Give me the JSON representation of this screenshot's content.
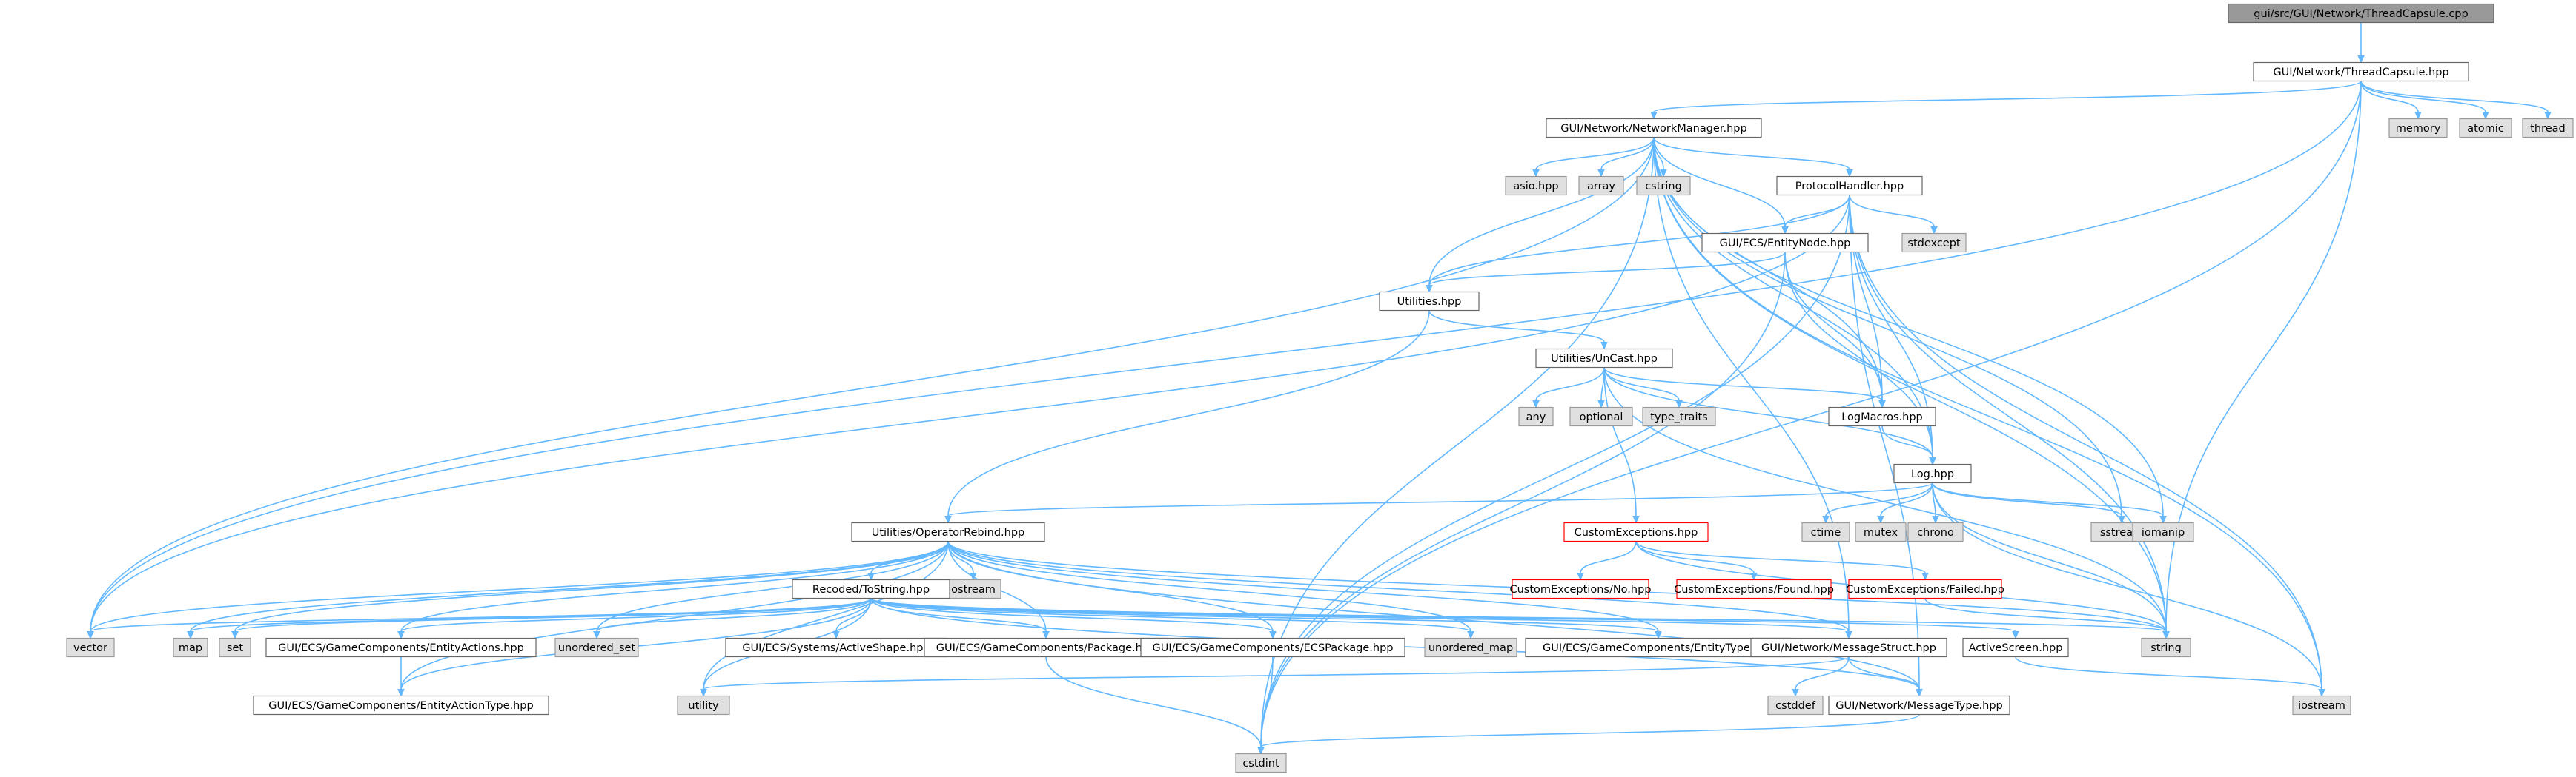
{
  "graph": {
    "nodes": [
      {
        "id": "threadcapsule_cpp",
        "label": "gui/src/GUI/Network/ThreadCapsule.cpp",
        "style": "root"
      },
      {
        "id": "threadcapsule_hpp",
        "label": "GUI/Network/ThreadCapsule.hpp",
        "style": "plain"
      },
      {
        "id": "memory",
        "label": "memory",
        "style": "sys"
      },
      {
        "id": "atomic",
        "label": "atomic",
        "style": "sys"
      },
      {
        "id": "thread",
        "label": "thread",
        "style": "sys"
      },
      {
        "id": "networkmanager",
        "label": "GUI/Network/NetworkManager.hpp",
        "style": "plain"
      },
      {
        "id": "asio",
        "label": "asio.hpp",
        "style": "sys"
      },
      {
        "id": "array",
        "label": "array",
        "style": "sys"
      },
      {
        "id": "cstring",
        "label": "cstring",
        "style": "sys"
      },
      {
        "id": "protocolhandler",
        "label": "ProtocolHandler.hpp",
        "style": "plain"
      },
      {
        "id": "stdexcept",
        "label": "stdexcept",
        "style": "sys"
      },
      {
        "id": "entitynode",
        "label": "GUI/ECS/EntityNode.hpp",
        "style": "plain"
      },
      {
        "id": "utilities",
        "label": "Utilities.hpp",
        "style": "plain"
      },
      {
        "id": "uncast",
        "label": "Utilities/UnCast.hpp",
        "style": "plain"
      },
      {
        "id": "any",
        "label": "any",
        "style": "sys"
      },
      {
        "id": "optional",
        "label": "optional",
        "style": "sys"
      },
      {
        "id": "type_traits",
        "label": "type_traits",
        "style": "sys"
      },
      {
        "id": "logmacros",
        "label": "LogMacros.hpp",
        "style": "plain"
      },
      {
        "id": "log",
        "label": "Log.hpp",
        "style": "plain"
      },
      {
        "id": "ctime",
        "label": "ctime",
        "style": "sys"
      },
      {
        "id": "mutex",
        "label": "mutex",
        "style": "sys"
      },
      {
        "id": "chrono",
        "label": "chrono",
        "style": "sys"
      },
      {
        "id": "sstream",
        "label": "sstream",
        "style": "sys"
      },
      {
        "id": "iomanip",
        "label": "iomanip",
        "style": "sys"
      },
      {
        "id": "customexceptions",
        "label": "CustomExceptions.hpp",
        "style": "missing"
      },
      {
        "id": "ce_no",
        "label": "CustomExceptions/No.hpp",
        "style": "missing"
      },
      {
        "id": "ce_found",
        "label": "CustomExceptions/Found.hpp",
        "style": "missing"
      },
      {
        "id": "ce_failed",
        "label": "CustomExceptions/Failed.hpp",
        "style": "missing"
      },
      {
        "id": "operatorrebind",
        "label": "Utilities/OperatorRebind.hpp",
        "style": "plain"
      },
      {
        "id": "ostream",
        "label": "ostream",
        "style": "sys"
      },
      {
        "id": "recoded",
        "label": "Recoded/ToString.hpp",
        "style": "plain"
      },
      {
        "id": "vector",
        "label": "vector",
        "style": "sys"
      },
      {
        "id": "map",
        "label": "map",
        "style": "sys"
      },
      {
        "id": "set",
        "label": "set",
        "style": "sys"
      },
      {
        "id": "entityactions",
        "label": "GUI/ECS/GameComponents/EntityActions.hpp",
        "style": "plain"
      },
      {
        "id": "unordered_set",
        "label": "unordered_set",
        "style": "sys"
      },
      {
        "id": "activeshape",
        "label": "GUI/ECS/Systems/ActiveShape.hpp",
        "style": "plain"
      },
      {
        "id": "package",
        "label": "GUI/ECS/GameComponents/Package.hpp",
        "style": "plain"
      },
      {
        "id": "ecspackage",
        "label": "GUI/ECS/GameComponents/ECSPackage.hpp",
        "style": "plain"
      },
      {
        "id": "unordered_map",
        "label": "unordered_map",
        "style": "sys"
      },
      {
        "id": "entitytype",
        "label": "GUI/ECS/GameComponents/EntityType.hpp",
        "style": "plain"
      },
      {
        "id": "messagestruct",
        "label": "GUI/Network/MessageStruct.hpp",
        "style": "plain"
      },
      {
        "id": "activescreen",
        "label": "ActiveScreen.hpp",
        "style": "plain"
      },
      {
        "id": "string",
        "label": "string",
        "style": "sys"
      },
      {
        "id": "entityactiontype",
        "label": "GUI/ECS/GameComponents/EntityActionType.hpp",
        "style": "plain"
      },
      {
        "id": "utility",
        "label": "utility",
        "style": "sys"
      },
      {
        "id": "cstddef",
        "label": "cstddef",
        "style": "sys"
      },
      {
        "id": "messagetype",
        "label": "GUI/Network/MessageType.hpp",
        "style": "plain"
      },
      {
        "id": "iostream",
        "label": "iostream",
        "style": "sys"
      },
      {
        "id": "cstdint",
        "label": "cstdint",
        "style": "sys"
      }
    ],
    "edges": [
      [
        "threadcapsule_cpp",
        "threadcapsule_hpp"
      ],
      [
        "threadcapsule_hpp",
        "memory"
      ],
      [
        "threadcapsule_hpp",
        "atomic"
      ],
      [
        "threadcapsule_hpp",
        "thread"
      ],
      [
        "threadcapsule_hpp",
        "networkmanager"
      ],
      [
        "threadcapsule_hpp",
        "string"
      ],
      [
        "threadcapsule_hpp",
        "vector"
      ],
      [
        "threadcapsule_hpp",
        "cstdint"
      ],
      [
        "networkmanager",
        "asio"
      ],
      [
        "networkmanager",
        "array"
      ],
      [
        "networkmanager",
        "cstring"
      ],
      [
        "networkmanager",
        "protocolhandler"
      ],
      [
        "networkmanager",
        "entitynode"
      ],
      [
        "networkmanager",
        "utilities"
      ],
      [
        "networkmanager",
        "logmacros"
      ],
      [
        "networkmanager",
        "log"
      ],
      [
        "networkmanager",
        "sstream"
      ],
      [
        "networkmanager",
        "iomanip"
      ],
      [
        "networkmanager",
        "string"
      ],
      [
        "networkmanager",
        "iostream"
      ],
      [
        "networkmanager",
        "vector"
      ],
      [
        "networkmanager",
        "messagestruct"
      ],
      [
        "networkmanager",
        "cstdint"
      ],
      [
        "protocolhandler",
        "stdexcept"
      ],
      [
        "protocolhandler",
        "entitynode"
      ],
      [
        "protocolhandler",
        "utilities"
      ],
      [
        "protocolhandler",
        "logmacros"
      ],
      [
        "protocolhandler",
        "log"
      ],
      [
        "protocolhandler",
        "string"
      ],
      [
        "protocolhandler",
        "iostream"
      ],
      [
        "protocolhandler",
        "vector"
      ],
      [
        "protocolhandler",
        "messagetype"
      ],
      [
        "protocolhandler",
        "cstdint"
      ],
      [
        "entitynode",
        "utilities"
      ],
      [
        "entitynode",
        "logmacros"
      ],
      [
        "entitynode",
        "log"
      ],
      [
        "entitynode",
        "cstdint"
      ],
      [
        "utilities",
        "uncast"
      ],
      [
        "utilities",
        "operatorrebind"
      ],
      [
        "uncast",
        "any"
      ],
      [
        "uncast",
        "optional"
      ],
      [
        "uncast",
        "type_traits"
      ],
      [
        "uncast",
        "logmacros"
      ],
      [
        "uncast",
        "log"
      ],
      [
        "uncast",
        "customexceptions"
      ],
      [
        "uncast",
        "string"
      ],
      [
        "logmacros",
        "log"
      ],
      [
        "log",
        "ctime"
      ],
      [
        "log",
        "mutex"
      ],
      [
        "log",
        "chrono"
      ],
      [
        "log",
        "sstream"
      ],
      [
        "log",
        "iomanip"
      ],
      [
        "log",
        "string"
      ],
      [
        "log",
        "iostream"
      ],
      [
        "log",
        "operatorrebind"
      ],
      [
        "customexceptions",
        "ce_no"
      ],
      [
        "customexceptions",
        "ce_found"
      ],
      [
        "customexceptions",
        "ce_failed"
      ],
      [
        "customexceptions",
        "string"
      ],
      [
        "ce_failed",
        "string"
      ],
      [
        "operatorrebind",
        "ostream"
      ],
      [
        "operatorrebind",
        "recoded"
      ],
      [
        "operatorrebind",
        "vector"
      ],
      [
        "operatorrebind",
        "map"
      ],
      [
        "operatorrebind",
        "set"
      ],
      [
        "operatorrebind",
        "entityactions"
      ],
      [
        "operatorrebind",
        "unordered_set"
      ],
      [
        "operatorrebind",
        "package"
      ],
      [
        "operatorrebind",
        "ecspackage"
      ],
      [
        "operatorrebind",
        "unordered_map"
      ],
      [
        "operatorrebind",
        "entitytype"
      ],
      [
        "operatorrebind",
        "messagestruct"
      ],
      [
        "operatorrebind",
        "string"
      ],
      [
        "operatorrebind",
        "utility"
      ],
      [
        "operatorrebind",
        "entityactiontype"
      ],
      [
        "operatorrebind",
        "messagetype"
      ],
      [
        "recoded",
        "vector"
      ],
      [
        "recoded",
        "map"
      ],
      [
        "recoded",
        "set"
      ],
      [
        "recoded",
        "entityactions"
      ],
      [
        "recoded",
        "unordered_set"
      ],
      [
        "recoded",
        "activeshape"
      ],
      [
        "recoded",
        "package"
      ],
      [
        "recoded",
        "ecspackage"
      ],
      [
        "recoded",
        "unordered_map"
      ],
      [
        "recoded",
        "entitytype"
      ],
      [
        "recoded",
        "messagestruct"
      ],
      [
        "recoded",
        "activescreen"
      ],
      [
        "recoded",
        "string"
      ],
      [
        "recoded",
        "utility"
      ],
      [
        "recoded",
        "entityactiontype"
      ],
      [
        "recoded",
        "messagetype"
      ],
      [
        "entityactions",
        "entityactiontype"
      ],
      [
        "package",
        "cstdint"
      ],
      [
        "ecspackage",
        "cstdint"
      ],
      [
        "messagestruct",
        "cstddef"
      ],
      [
        "messagestruct",
        "messagetype"
      ],
      [
        "messagestruct",
        "utility"
      ],
      [
        "activescreen",
        "iostream"
      ],
      [
        "messagetype",
        "cstdint"
      ]
    ]
  }
}
